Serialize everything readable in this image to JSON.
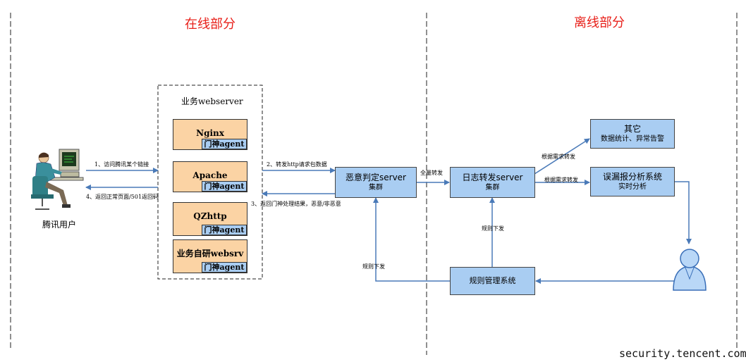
{
  "sections": {
    "online": "在线部分",
    "offline": "离线部分"
  },
  "user": {
    "label": "腾讯用户"
  },
  "webserver_group": {
    "title": "业务webserver",
    "servers": [
      {
        "name": "Nginx",
        "agent": "门神agent"
      },
      {
        "name": "Apache",
        "agent": "门神agent"
      },
      {
        "name": "QZhttp",
        "agent": "门神agent"
      },
      {
        "name": "业务自研websrv",
        "agent": "门神agent"
      }
    ]
  },
  "boxes": {
    "malicious": {
      "title": "恶意判定server",
      "sub": "集群"
    },
    "log": {
      "title": "日志转发server",
      "sub": "集群"
    },
    "other": {
      "title": "其它",
      "sub": "数据统计、异常告警"
    },
    "fp": {
      "title": "误漏报分析系统",
      "sub": "实时分析"
    },
    "rules": {
      "title": "规则管理系统"
    }
  },
  "arrows": {
    "a1": "1、访问腾讯某个链接",
    "a4": "4、返回正常页面/501返回码",
    "a2": "2、转发http请求包数据",
    "a3": "3、返回门神处理结果，恶意/非恶意",
    "full": "全量转发",
    "demand1": "根据需求转发",
    "demand2": "根据需求转发",
    "rule1": "规则下发",
    "rule2": "规则下发"
  },
  "watermark": "security.tencent.com",
  "colors": {
    "section_title": "#e8201a",
    "arrow": "#4a7ab8",
    "server_fill": "#fbd3a4",
    "box_fill": "#a9cdf2"
  }
}
